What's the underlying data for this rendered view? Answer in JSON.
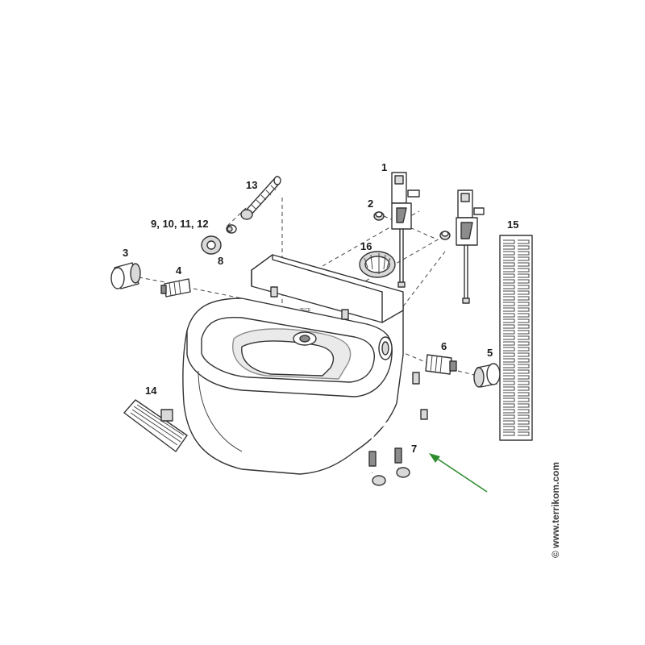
{
  "parts": [
    {
      "id": "part-1",
      "label": "1"
    },
    {
      "id": "part-2",
      "label": "2"
    },
    {
      "id": "part-3",
      "label": "3"
    },
    {
      "id": "part-4",
      "label": "4"
    },
    {
      "id": "part-5",
      "label": "5"
    },
    {
      "id": "part-6",
      "label": "6"
    },
    {
      "id": "part-7",
      "label": "7"
    },
    {
      "id": "part-8",
      "label": "8"
    },
    {
      "id": "part-9-12",
      "label": "9, 10, 11, 12"
    },
    {
      "id": "part-13",
      "label": "13"
    },
    {
      "id": "part-14",
      "label": "14"
    },
    {
      "id": "part-15",
      "label": "15"
    },
    {
      "id": "part-16",
      "label": "16"
    }
  ],
  "highlight": {
    "target": "7",
    "arrow_color": "#2e8b2e"
  },
  "watermark": "© www.terrikom.com"
}
